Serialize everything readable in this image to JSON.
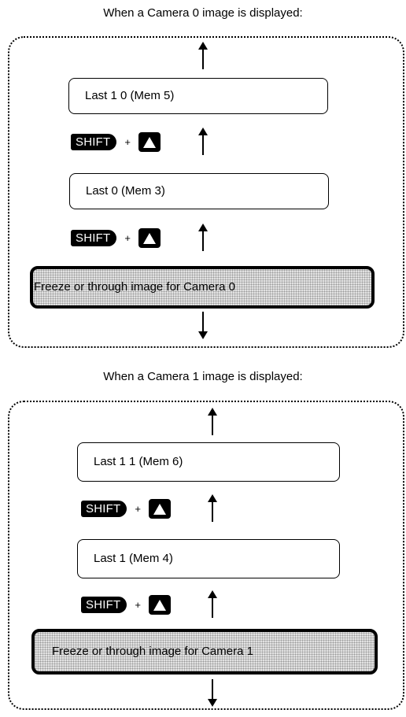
{
  "sections": [
    {
      "heading": "When a Camera 0 image is displayed:",
      "upper_memory": "Last 1 0 (Mem 5)",
      "lower_memory": "Last 0 (Mem 3)",
      "current_image": "Freeze or through image for Camera 0"
    },
    {
      "heading": "When a Camera 1 image is displayed:",
      "upper_memory": "Last 1 1 (Mem 6)",
      "lower_memory": "Last 1 (Mem 4)",
      "current_image": "Freeze or through image for Camera 1"
    }
  ],
  "keys": {
    "shift": "SHIFT",
    "plus": "+",
    "up_key_icon": "up-triangle-key-icon"
  }
}
